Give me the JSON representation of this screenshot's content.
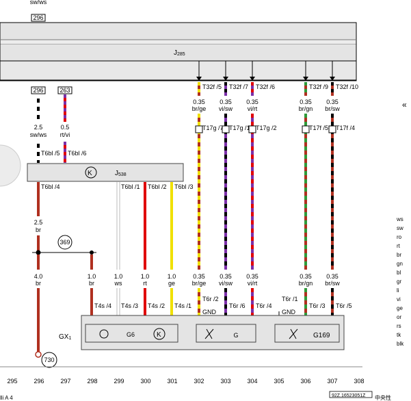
{
  "top_label": {
    "color": "sw/ws",
    "ref": "296"
  },
  "modules": {
    "j285": {
      "name": "J",
      "sub": "285"
    },
    "j538": {
      "name": "J",
      "sub": "538"
    },
    "gx1": {
      "name": "GX",
      "sub": "1"
    },
    "g6": "G6",
    "g": "G",
    "g169": "G169"
  },
  "refs": {
    "r296": "296",
    "r263": "263",
    "r369": "369",
    "r730": "730"
  },
  "left_wires": {
    "w1": {
      "pin": "T6bl /5",
      "size": "2.5",
      "color": "sw/ws"
    },
    "w2": {
      "pin": "T6bl /6",
      "size": "0.5",
      "color": "rt/vi"
    },
    "w3": {
      "pin": "T6bl /4",
      "size": "2.5",
      "color": "br"
    },
    "w4": {
      "size": "4.0",
      "color": "br"
    },
    "w5": {
      "size": "1.0",
      "color": "br"
    }
  },
  "j538_out": [
    {
      "pin": "T6bl /1",
      "size": "1.0",
      "color": "ws",
      "t4s": "T4s /3"
    },
    {
      "pin": "T6bl /2",
      "size": "1.0",
      "color": "rt",
      "t4s": "T4s /2"
    },
    {
      "pin": "T6bl /3",
      "size": "1.0",
      "color": "ge",
      "t4s": "T4s /1"
    }
  ],
  "t4s_left": "T4s /4",
  "j285_wires": [
    {
      "t32f": "T32f /5",
      "size": "0.35",
      "color": "br/ge",
      "t17": "T17g /7",
      "size2": "0.35",
      "color2": "br/ge",
      "t6r": "T6r /2",
      "t6r_extra": "GND"
    },
    {
      "t32f": "T32f /7",
      "size": "0.35",
      "color": "vi/sw",
      "t17": "T17g /1",
      "size2": "0.35",
      "color2": "vi/sw",
      "t6r": "T6r /6",
      "t6r_extra": ""
    },
    {
      "t32f": "T32f /6",
      "size": "0.35",
      "color": "vi/rt",
      "t17": "T17g /2",
      "size2": "0.35",
      "color2": "vi/rt",
      "t6r": "T6r /4",
      "t6r_extra": ""
    },
    {
      "t32f": "T32f /9",
      "size": "0.35",
      "color": "br/gn",
      "t17": "T17f /5",
      "size2": "0.35",
      "color2": "br/gn",
      "t6r": "T6r /3",
      "t6r_extra": ""
    },
    {
      "t32f": "T32f /10",
      "size": "0.35",
      "color": "br/sw",
      "t17": "T17f /4",
      "size2": "0.35",
      "color2": "br/sw",
      "t6r": "T6r /5",
      "t6r_extra": ""
    }
  ],
  "t6r_gnd": {
    "pin": "T6r /1",
    "label": "GND"
  },
  "ruler": [
    "295",
    "296",
    "297",
    "298",
    "299",
    "300",
    "301",
    "302",
    "303",
    "304",
    "305",
    "306",
    "307",
    "308"
  ],
  "legend": [
    "ws",
    "sw",
    "ro",
    "rt",
    "br",
    "gn",
    "bl",
    "gr",
    "li",
    "vi",
    "ge",
    "or",
    "rs",
    "tk",
    "blk"
  ],
  "footer_code": "92Z.16523051Z",
  "footer_right": "中央性",
  "footer_left": "lli A 4",
  "colors": {
    "br": "#b03020",
    "sw": "#000000",
    "ws": "#ffffff",
    "rt": "#e00000",
    "vi": "#7b2fa8",
    "ge": "#f0e000",
    "gn": "#2f9a3a",
    "module_fill": "#e4e4e4",
    "module_stroke": "#777777"
  }
}
